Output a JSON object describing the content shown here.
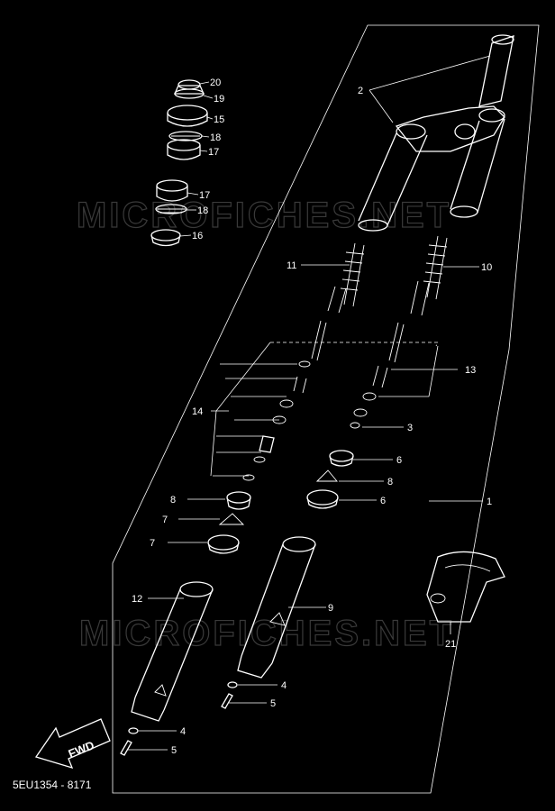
{
  "diagram": {
    "watermarks": [
      "MICROFICHES.NET",
      "MICROFICHES.NET"
    ],
    "drawing_code": "5EU1354 - 8171",
    "fwd_label": "FWD",
    "callouts": [
      "20",
      "19",
      "15",
      "18",
      "17",
      "17",
      "18",
      "16",
      "2",
      "11",
      "10",
      "13",
      "14",
      "3",
      "8",
      "7",
      "7",
      "8",
      "6",
      "6",
      "1",
      "12",
      "9",
      "4",
      "5",
      "4",
      "5",
      "21"
    ]
  }
}
